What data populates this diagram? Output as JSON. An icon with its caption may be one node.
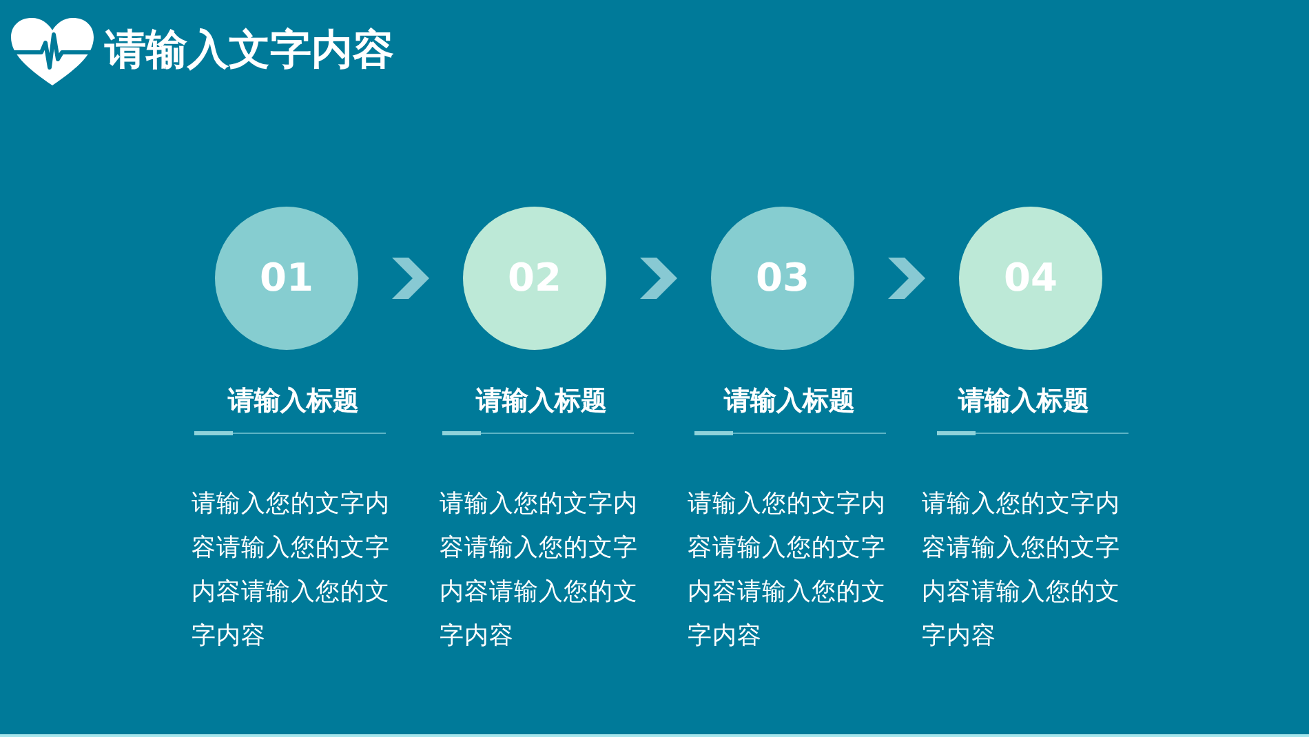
{
  "diagram": {
    "title": "请输入文字内容",
    "nodes": [
      {
        "text": [
          "01"
        ],
        "beside": [
          "请输入标题",
          "请输入您的文字内容请输入您的文字内容请输入您的文字内容"
        ]
      },
      {
        "text": [
          "02"
        ],
        "beside": [
          "请输入标题",
          "请输入您的文字内容请输入您的文字内容请输入您的文字内容"
        ]
      },
      {
        "text": [
          "03"
        ],
        "beside": [
          "请输入标题",
          "请输入您的文字内容请输入您的文字内容请输入您的文字内容"
        ]
      },
      {
        "text": [
          "04"
        ],
        "beside": [
          "请输入标题",
          "请输入您的文字内容请输入您的文字内容请输入您的文字内容"
        ]
      }
    ],
    "edges": [
      {
        "from": 0,
        "to": 1,
        "arrow": "to"
      },
      {
        "from": 1,
        "to": 2,
        "arrow": "to"
      },
      {
        "from": 2,
        "to": 3,
        "arrow": "to"
      }
    ]
  }
}
